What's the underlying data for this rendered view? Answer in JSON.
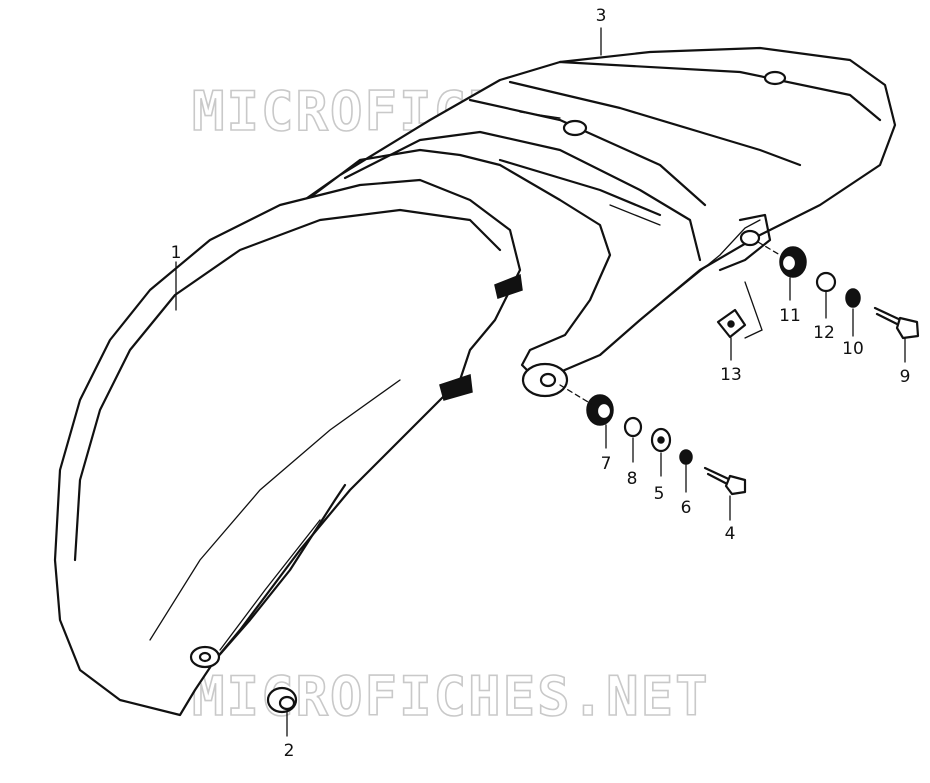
{
  "watermark": {
    "text": "MICROFICHES.NET"
  },
  "callouts": [
    {
      "id": "1",
      "label": "1"
    },
    {
      "id": "2",
      "label": "2"
    },
    {
      "id": "3",
      "label": "3"
    },
    {
      "id": "4",
      "label": "4"
    },
    {
      "id": "5",
      "label": "5"
    },
    {
      "id": "6",
      "label": "6"
    },
    {
      "id": "7",
      "label": "7"
    },
    {
      "id": "8",
      "label": "8"
    },
    {
      "id": "9",
      "label": "9"
    },
    {
      "id": "10",
      "label": "10"
    },
    {
      "id": "11",
      "label": "11"
    },
    {
      "id": "12",
      "label": "12"
    },
    {
      "id": "13",
      "label": "13"
    }
  ]
}
